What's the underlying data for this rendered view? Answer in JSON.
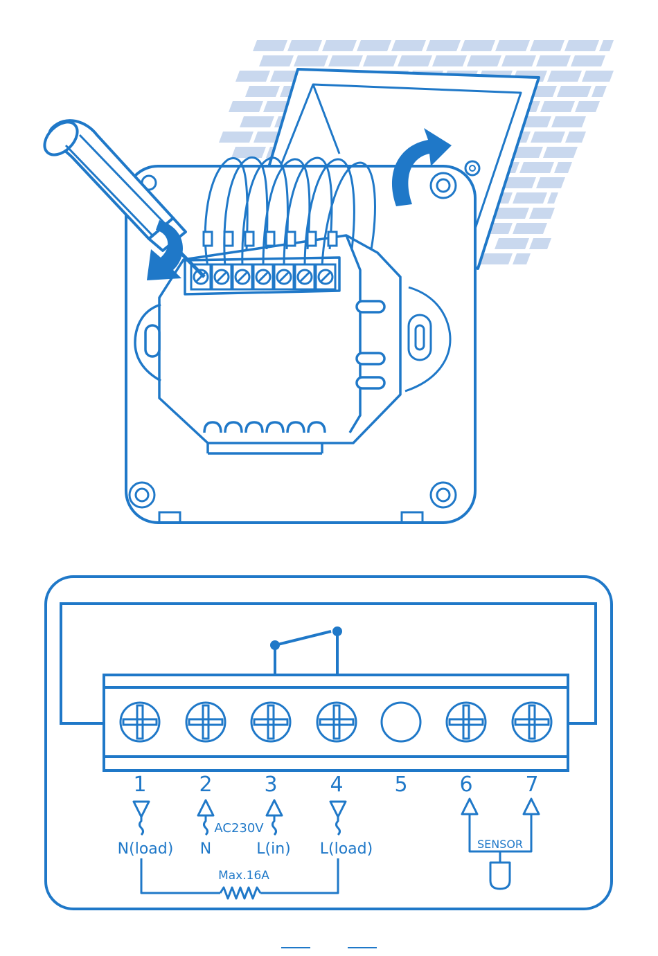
{
  "colors": {
    "line": "#1f78c8",
    "accent": "#1f78c8",
    "brick": "#c9d8ee",
    "background": "#ffffff"
  },
  "illustration": {
    "subject": "thermostat back plate with terminal block opened by screwdriver",
    "icons": [
      "screwdriver-icon",
      "rotate-arrow-icon",
      "rotate-arrow-icon",
      "brick-wall-icon",
      "terminal-screw-icon"
    ]
  },
  "wiring": {
    "terminals": [
      {
        "number": "1",
        "type": "screw"
      },
      {
        "number": "2",
        "type": "screw"
      },
      {
        "number": "3",
        "type": "screw"
      },
      {
        "number": "4",
        "type": "screw"
      },
      {
        "number": "5",
        "type": "blank"
      },
      {
        "number": "6",
        "type": "screw"
      },
      {
        "number": "7",
        "type": "screw"
      }
    ],
    "labels": {
      "n_load": "N(load)",
      "n": "N",
      "l_in": "L(in)",
      "l_load": "L(load)",
      "supply": "AC230V",
      "max_load": "Max.16A",
      "sensor": "SENSOR"
    }
  }
}
